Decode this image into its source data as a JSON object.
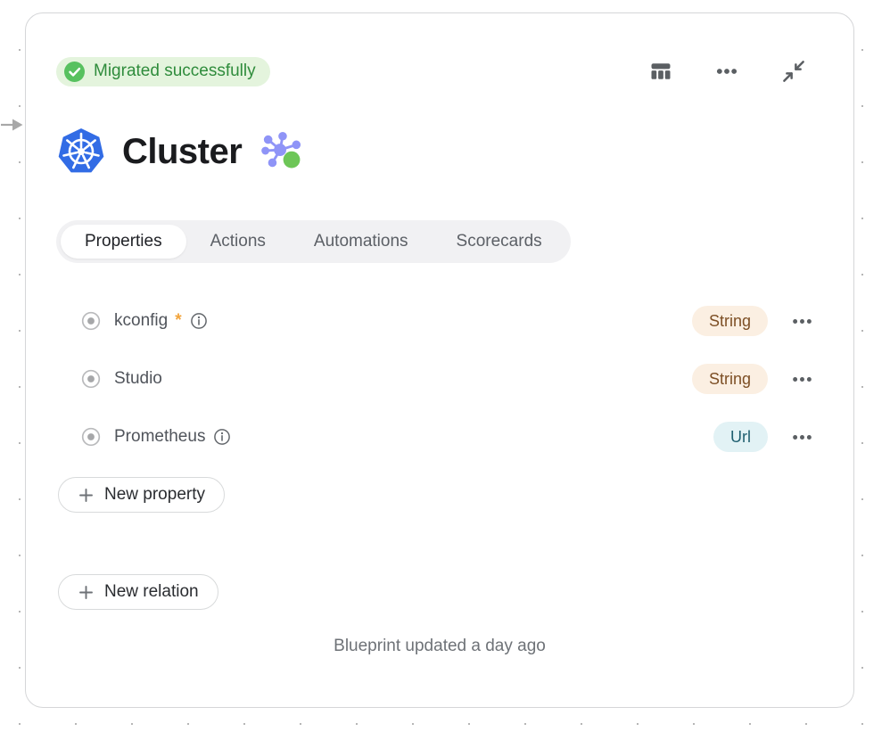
{
  "status": {
    "label": "Migrated successfully",
    "icon": "check-circle-icon"
  },
  "toolbar": {
    "icons": [
      "table-columns-icon",
      "more-horizontal-icon",
      "collapse-icon"
    ]
  },
  "header": {
    "title": "Cluster",
    "icons": [
      "kubernetes-icon",
      "graph-icon"
    ]
  },
  "tabs": {
    "items": [
      {
        "label": "Properties",
        "active": true
      },
      {
        "label": "Actions",
        "active": false
      },
      {
        "label": "Automations",
        "active": false
      },
      {
        "label": "Scorecards",
        "active": false
      }
    ]
  },
  "properties": [
    {
      "name": "kconfig",
      "required_marker": "*",
      "has_info": true,
      "type": "String"
    },
    {
      "name": "Studio",
      "required_marker": "",
      "has_info": false,
      "type": "String"
    },
    {
      "name": "Prometheus",
      "required_marker": "",
      "has_info": true,
      "type": "Url"
    }
  ],
  "actions": {
    "new_property": "New property",
    "new_relation": "New relation"
  },
  "footer": {
    "updated": "Blueprint updated a day ago"
  },
  "colors": {
    "kubernetes_blue": "#326ce5",
    "status_green_bg": "#e4f4dd",
    "status_green_text": "#2f8c3c",
    "status_green_icon": "#57c15f",
    "type_string_bg": "#fbefe2",
    "type_string_text": "#7d4f25",
    "type_url_bg": "#e2f2f5",
    "type_url_text": "#1f5f70",
    "required_orange": "#f2a43c",
    "graph_purple": "#8f94f7",
    "graph_green": "#6dc657"
  }
}
